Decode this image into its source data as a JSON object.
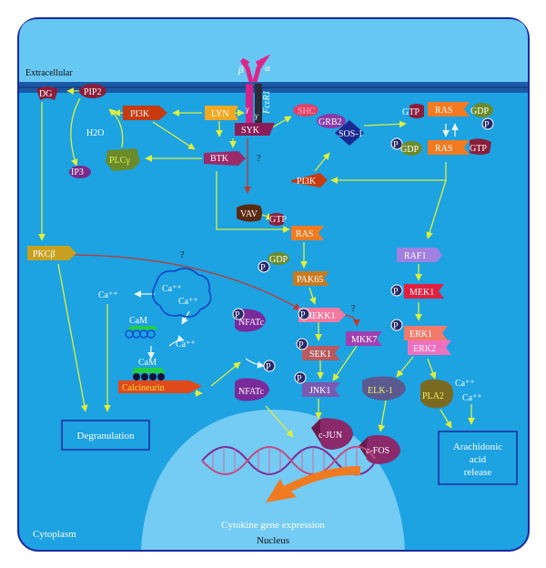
{
  "regions": {
    "extracellular": "Extracellular",
    "cytoplasm": "Cytoplasm",
    "nucleus": "Nucleus",
    "cytokine": "Cytokine gene expression"
  },
  "receptor": {
    "alpha": "α",
    "beta": "β",
    "gamma1": "γ",
    "gamma2": "γ",
    "name": "FcεR1"
  },
  "nodes": {
    "dg": "DG",
    "pip2": "PIP2",
    "h2o": "H2O",
    "ip3": "IP3",
    "plcg": "PLCγ",
    "pi3k_top": "PI3K",
    "lyn": "LYN",
    "syk": "SYK",
    "btk": "BTK",
    "shc": "SHC",
    "grb2": "GRB2",
    "sos1": "SOS-1",
    "gtp_a": "GTP",
    "ras_a": "RAS",
    "gdp_a": "GDP",
    "p_a": "P",
    "p_b": "P",
    "gdp_b": "GDP",
    "ras_b": "RAS",
    "gtp_b": "GTP",
    "pi3k_mid": "PI3K",
    "vav": "VAV",
    "gtp_c": "GTP",
    "ras_c": "RAS",
    "p_c": "P",
    "gdp_c": "GDP",
    "pak65": "PAK65",
    "mekk1": "MEKK1",
    "p_mekk1": "P",
    "mkk7": "MKK7",
    "sek1": "SEK1",
    "p_sek1": "P",
    "jnk1": "JNK1",
    "p_jnk1": "P",
    "raf1": "RAF1",
    "mek1": "MEK1",
    "p_mek1": "P",
    "erk1": "ERK1",
    "erk2": "ERK2",
    "p_erk": "P",
    "pkcb": "PKCβ",
    "ca1": "Ca⁺⁺",
    "ca2": "Ca⁺⁺",
    "ca3": "Ca⁺⁺",
    "ca4": "Ca⁺⁺",
    "ca5": "Ca⁺⁺",
    "ca6": "Ca⁺⁺",
    "cam1": "CaM",
    "cam2": "CaM",
    "calcineurin": "Calcineurin",
    "nfatc1": "NFATc",
    "p_nfatc1": "P",
    "p_nfatc_mid": "P",
    "nfatc2": "NFATc",
    "elk1": "ELK-1",
    "pla2": "PLA2",
    "cjun": "c-JUN",
    "cfos": "c-FOS",
    "degranulation": "Degranulation",
    "arachidonic": [
      "Arachidonic",
      "acid",
      "release"
    ],
    "q1": "?",
    "q2": "?",
    "q3": "?"
  }
}
